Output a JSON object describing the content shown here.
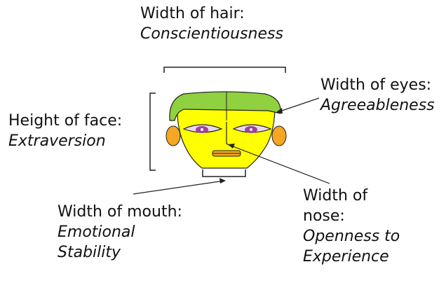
{
  "labels": {
    "hair": {
      "heading": "Width of hair:",
      "trait": "Conscientiousness"
    },
    "eyes": {
      "heading": "Width of eyes:",
      "trait": "Agreeableness"
    },
    "face": {
      "heading": "Height of face:",
      "trait": "Extraversion"
    },
    "mouth": {
      "heading": "Width of mouth:",
      "trait_line1": "Emotional",
      "trait_line2": "Stability"
    },
    "nose": {
      "heading_line1": "Width of",
      "heading_line2": "nose:",
      "trait_line1": "Openness to",
      "trait_line2": "Experience"
    }
  },
  "colors": {
    "hair": "#8fd13f",
    "face": "#ffff00",
    "ears": "#f5a623",
    "iris": "#a040a0",
    "eye_white": "#e8d8f0",
    "mouth": "#f5a623",
    "lines": "#222222"
  }
}
